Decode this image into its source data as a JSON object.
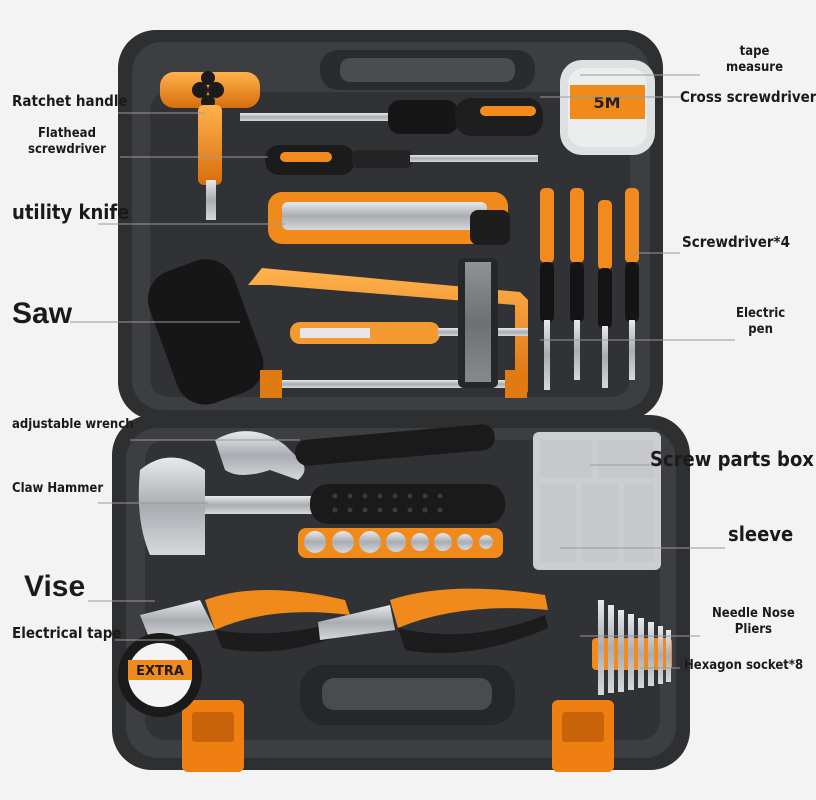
{
  "labels": {
    "ratchet_handle": "Ratchet handle",
    "flathead_l1": "Flathead",
    "flathead_l2": "screwdriver",
    "utility_knife": "utility knife",
    "saw": "Saw",
    "adjustable_wrench": "adjustable wrench",
    "claw_hammer": "Claw Hammer",
    "vise": "Vise",
    "electrical_tape": "Electrical tape",
    "tape_measure_l1": "tape",
    "tape_measure_l2": "measure",
    "cross_screwdriver": "Cross screwdriver",
    "screwdriver_4": "Screwdriver*4",
    "electric_pen_l1": "Electric",
    "electric_pen_l2": "pen",
    "screw_parts_box": "Screw parts box",
    "sleeve": "sleeve",
    "needle_nose_l1": "Needle Nose",
    "needle_nose_l2": "Pliers",
    "hexagon_socket": "Hexagon socket*8"
  },
  "product_text": {
    "tape_brand_text": "EXTRA",
    "tape_measure_text": "5M"
  },
  "colors": {
    "case": "#3a3b3d",
    "case_inner": "#2b2c2e",
    "accent_orange": "#f28a1e",
    "handle_black": "#151515",
    "metal": "#b9bcc0"
  }
}
